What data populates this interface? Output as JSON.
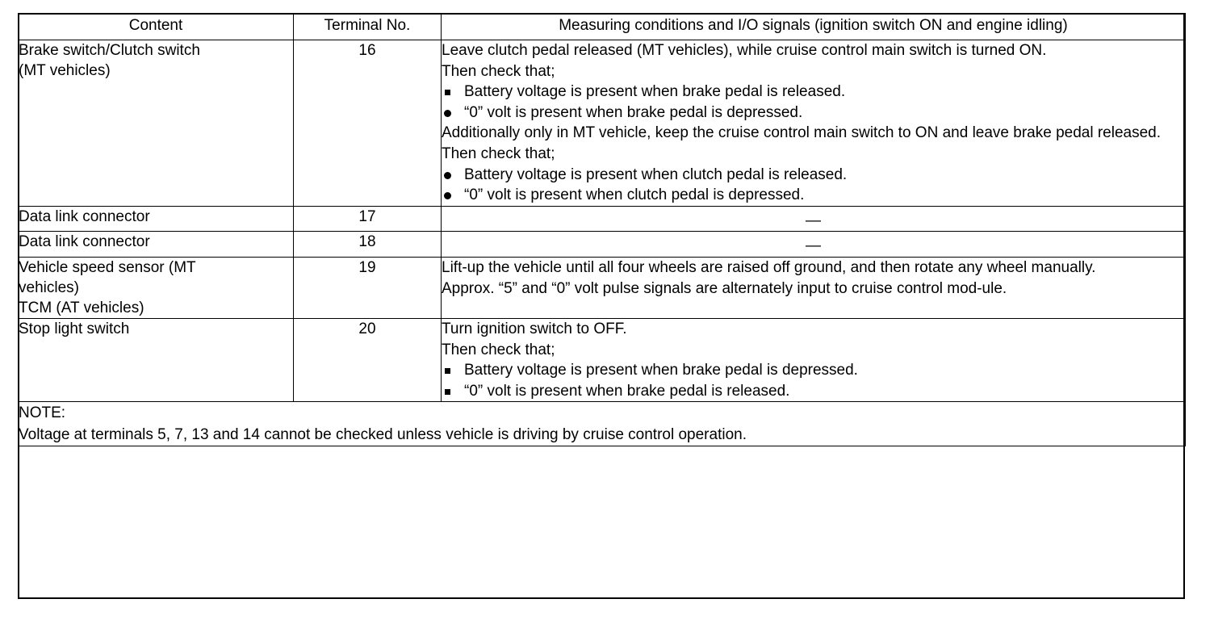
{
  "table": {
    "columns": [
      {
        "key": "content",
        "label": "Content"
      },
      {
        "key": "terminal",
        "label": "Terminal No."
      },
      {
        "key": "measuring",
        "label": "Measuring conditions and I/O signals (ignition switch ON and engine idling)"
      }
    ],
    "rows": [
      {
        "content_lines": [
          "Brake switch/Clutch switch",
          "(MT vehicles)"
        ],
        "terminal": "16",
        "measuring_lines": [
          {
            "type": "wrap",
            "text": "Leave clutch pedal released (MT vehicles), while cruise control main switch is turned ON."
          },
          {
            "type": "plain",
            "text": "Then check that;"
          },
          {
            "type": "bullet-square",
            "text": "Battery voltage is present when brake pedal is released."
          },
          {
            "type": "bullet-dot",
            "text": "“0” volt is present when brake pedal is depressed."
          },
          {
            "type": "wrap",
            "text": "Additionally only in MT vehicle, keep the cruise control main switch to ON and leave brake pedal released."
          },
          {
            "type": "plain",
            "text": "Then check that;"
          },
          {
            "type": "bullet-dot",
            "text": "Battery voltage is present when clutch pedal is released."
          },
          {
            "type": "bullet-dot",
            "text": "“0” volt is present when clutch pedal is depressed."
          }
        ]
      },
      {
        "content_lines": [
          "Data link connector"
        ],
        "terminal": "17",
        "measuring_dash": "—",
        "measuring_lines": []
      },
      {
        "content_lines": [
          "Data link connector"
        ],
        "terminal": "18",
        "measuring_dash": "—",
        "measuring_lines": []
      },
      {
        "content_lines": [
          "Vehicle speed sensor (MT",
          "vehicles)",
          "TCM (AT vehicles)"
        ],
        "terminal": "19",
        "measuring_lines": [
          {
            "type": "wrap",
            "text": "Lift-up the vehicle until all four wheels are raised off ground, and then rotate any wheel manually."
          },
          {
            "type": "wrap",
            "text": "Approx. “5” and “0” volt pulse signals are alternately input to cruise control mod-ule."
          }
        ]
      },
      {
        "content_lines": [
          "Stop light switch"
        ],
        "terminal": "20",
        "measuring_lines": [
          {
            "type": "plain",
            "text": "Turn ignition switch to OFF."
          },
          {
            "type": "plain",
            "text": "Then check that;"
          },
          {
            "type": "bullet-square",
            "text": "Battery voltage is present when brake pedal is depressed."
          },
          {
            "type": "bullet-square",
            "text": "“0” volt is present when brake pedal is released."
          }
        ]
      }
    ],
    "note": {
      "title": "NOTE:",
      "body": "Voltage at terminals 5, 7, 13 and 14 cannot be checked unless vehicle is driving by cruise control operation."
    }
  }
}
